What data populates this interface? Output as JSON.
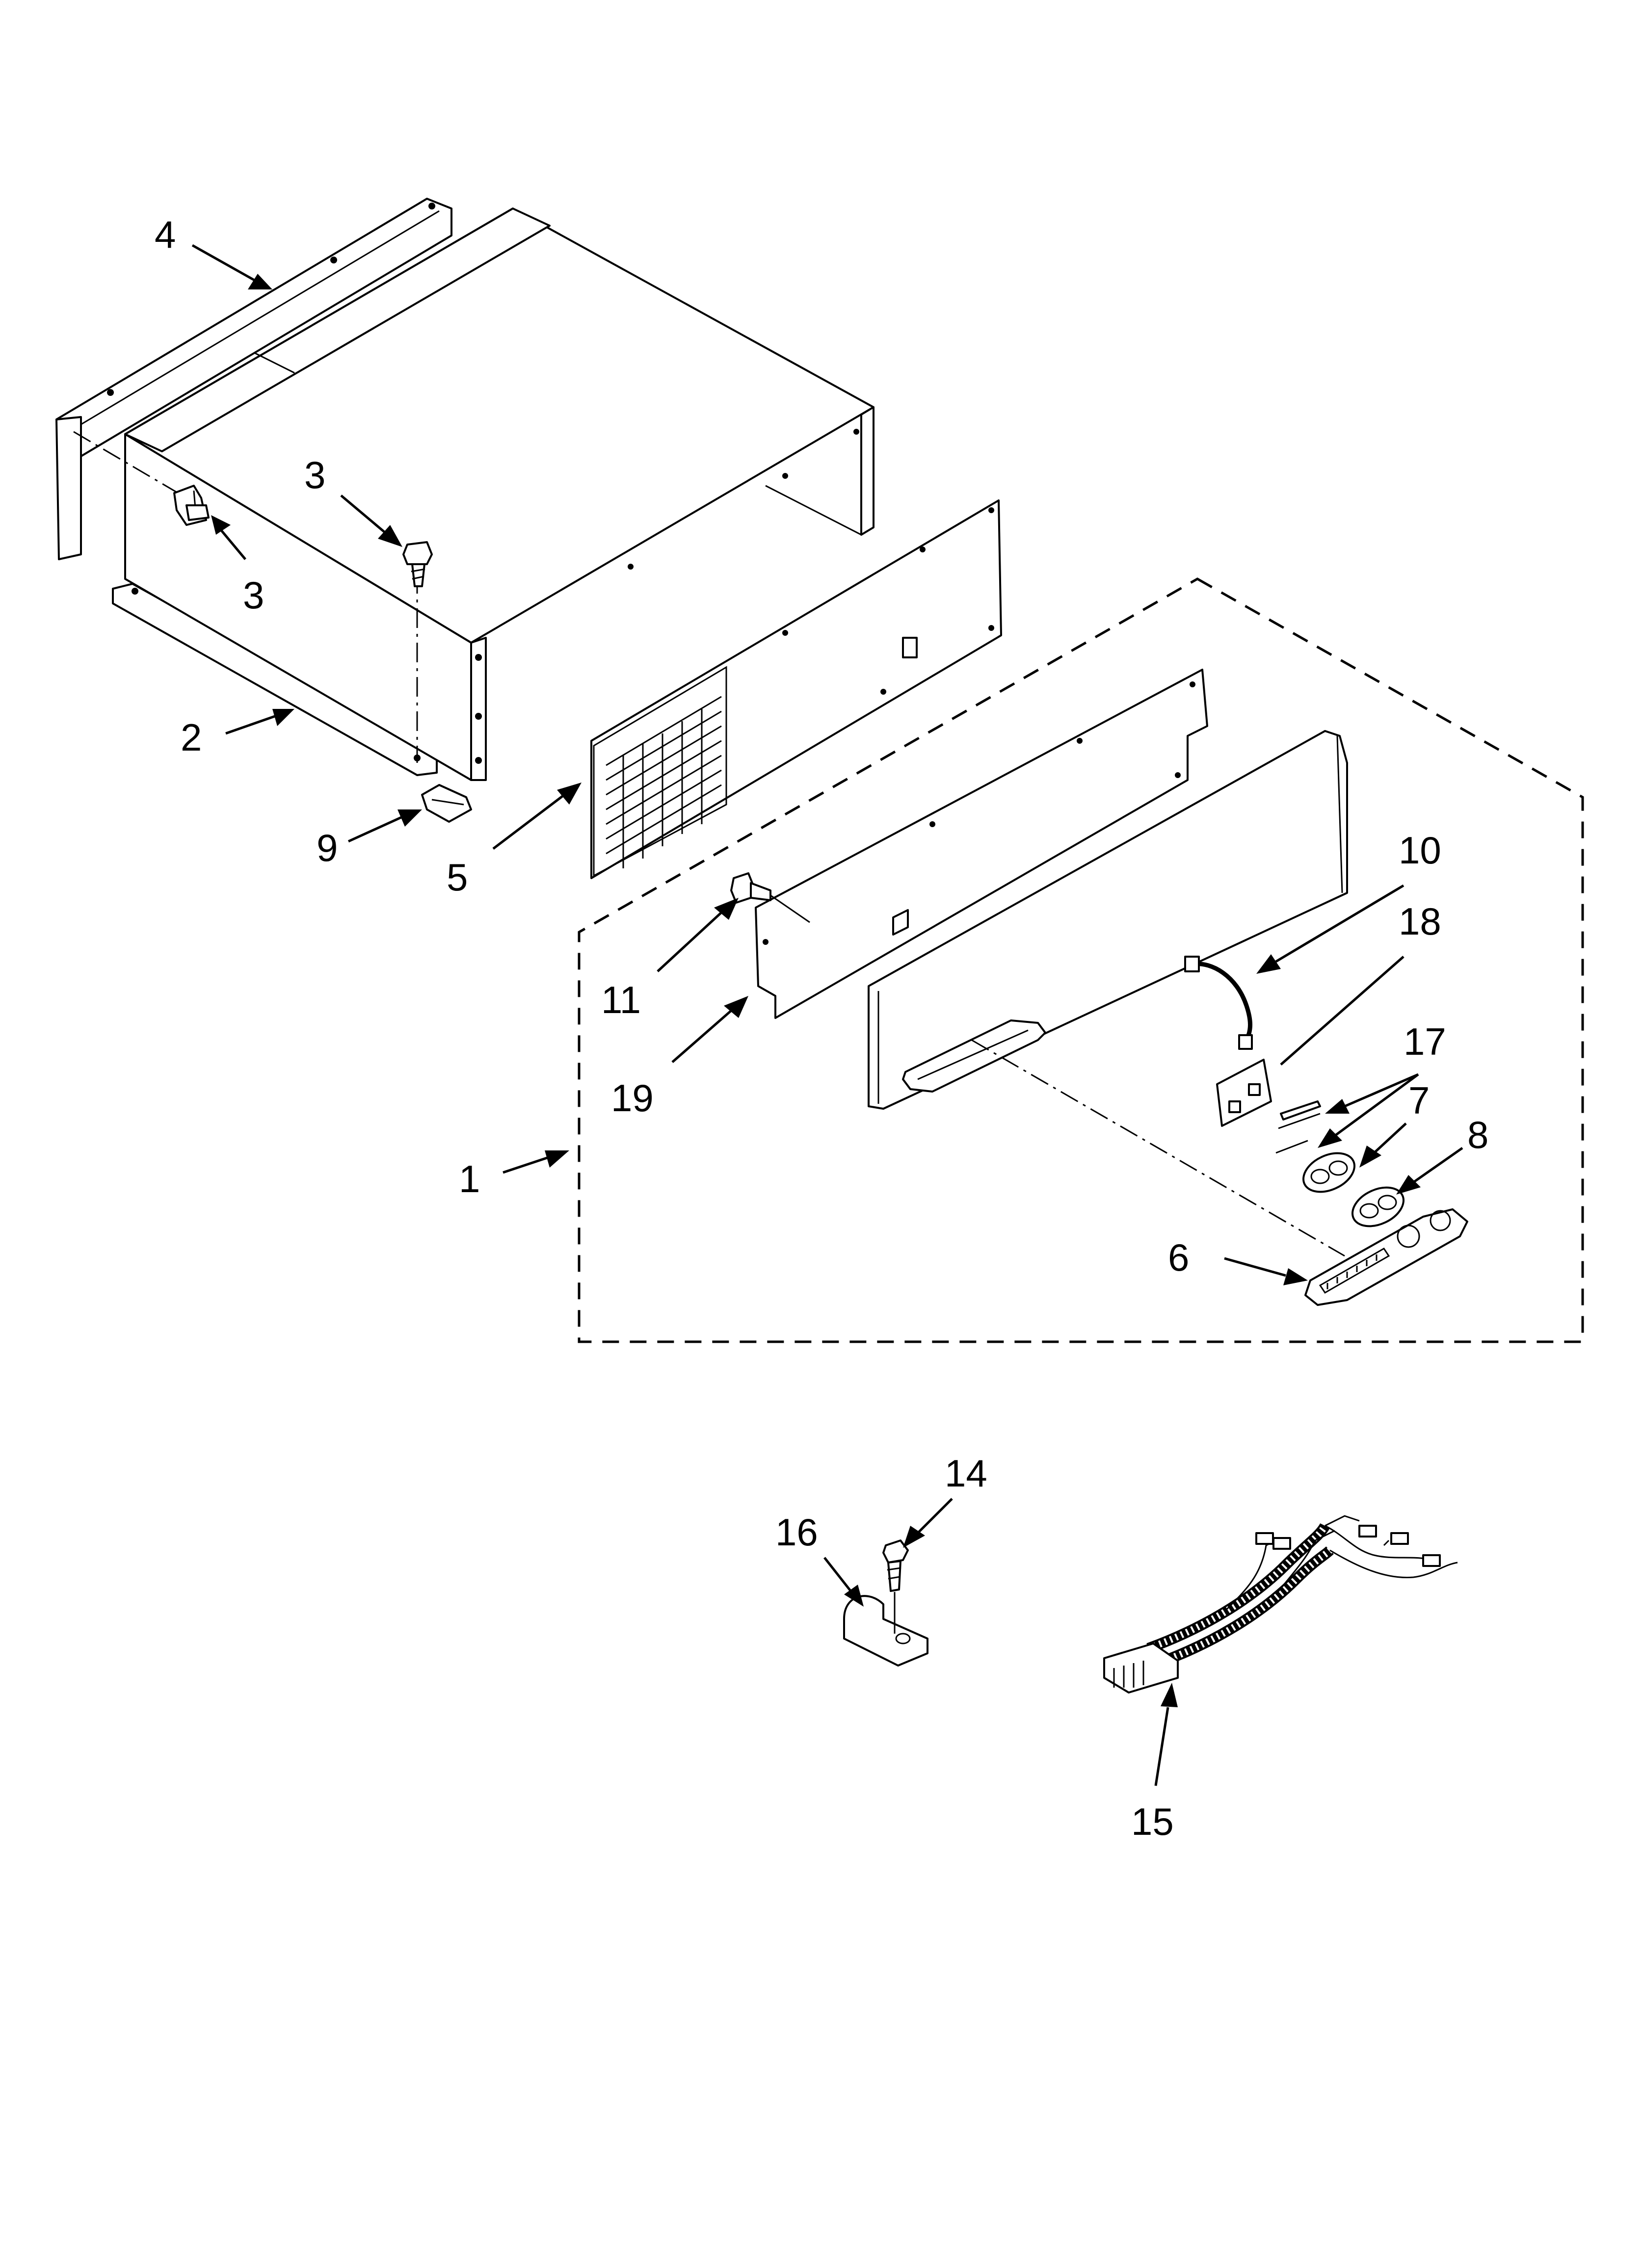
{
  "callouts": [
    {
      "id": "label-4",
      "text": "4"
    },
    {
      "id": "label-3a",
      "text": "3"
    },
    {
      "id": "label-3b",
      "text": "3"
    },
    {
      "id": "label-2",
      "text": "2"
    },
    {
      "id": "label-9",
      "text": "9"
    },
    {
      "id": "label-5",
      "text": "5"
    },
    {
      "id": "label-10",
      "text": "10"
    },
    {
      "id": "label-18",
      "text": "18"
    },
    {
      "id": "label-17",
      "text": "17"
    },
    {
      "id": "label-7",
      "text": "7"
    },
    {
      "id": "label-8",
      "text": "8"
    },
    {
      "id": "label-11",
      "text": "11"
    },
    {
      "id": "label-19",
      "text": "19"
    },
    {
      "id": "label-1",
      "text": "1"
    },
    {
      "id": "label-6",
      "text": "6"
    },
    {
      "id": "label-14",
      "text": "14"
    },
    {
      "id": "label-16",
      "text": "16"
    },
    {
      "id": "label-15",
      "text": "15"
    }
  ]
}
